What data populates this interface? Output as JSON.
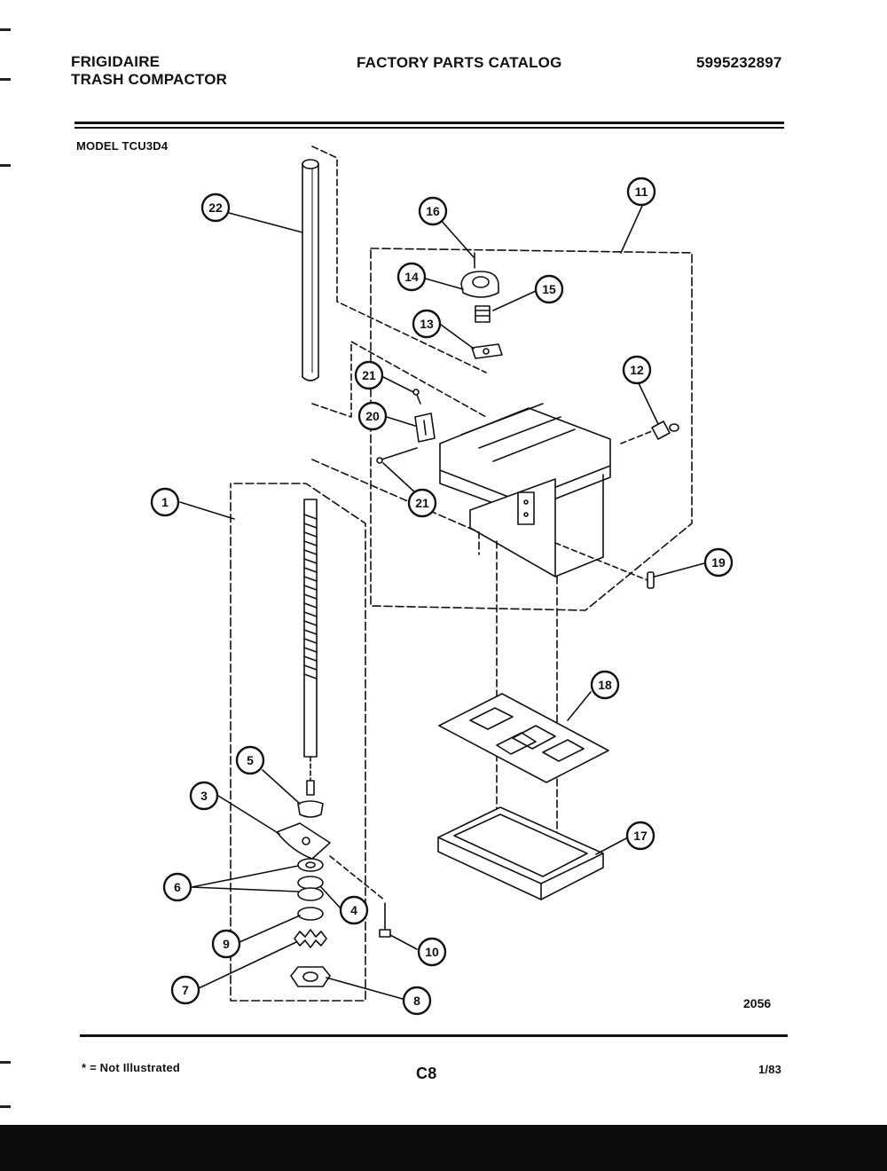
{
  "header": {
    "brand_line1": "FRIGIDAIRE",
    "brand_line2": "TRASH COMPACTOR",
    "catalog_title": "FACTORY PARTS CATALOG",
    "catalog_number": "5995232897"
  },
  "model_label": "MODEL TCU3D4",
  "diagram": {
    "part_callouts": [
      "1",
      "3",
      "4",
      "5",
      "6",
      "7",
      "8",
      "9",
      "10",
      "11",
      "12",
      "13",
      "14",
      "15",
      "16",
      "17",
      "18",
      "19",
      "20",
      "21",
      "21",
      "22"
    ],
    "figure_number": "2056"
  },
  "footer": {
    "note": "* = Not Illustrated",
    "page_code": "C8",
    "date": "1/83"
  },
  "colors": {
    "ink": "#111111",
    "paper": "#ffffff",
    "scan_band": "#0c0c0c"
  }
}
